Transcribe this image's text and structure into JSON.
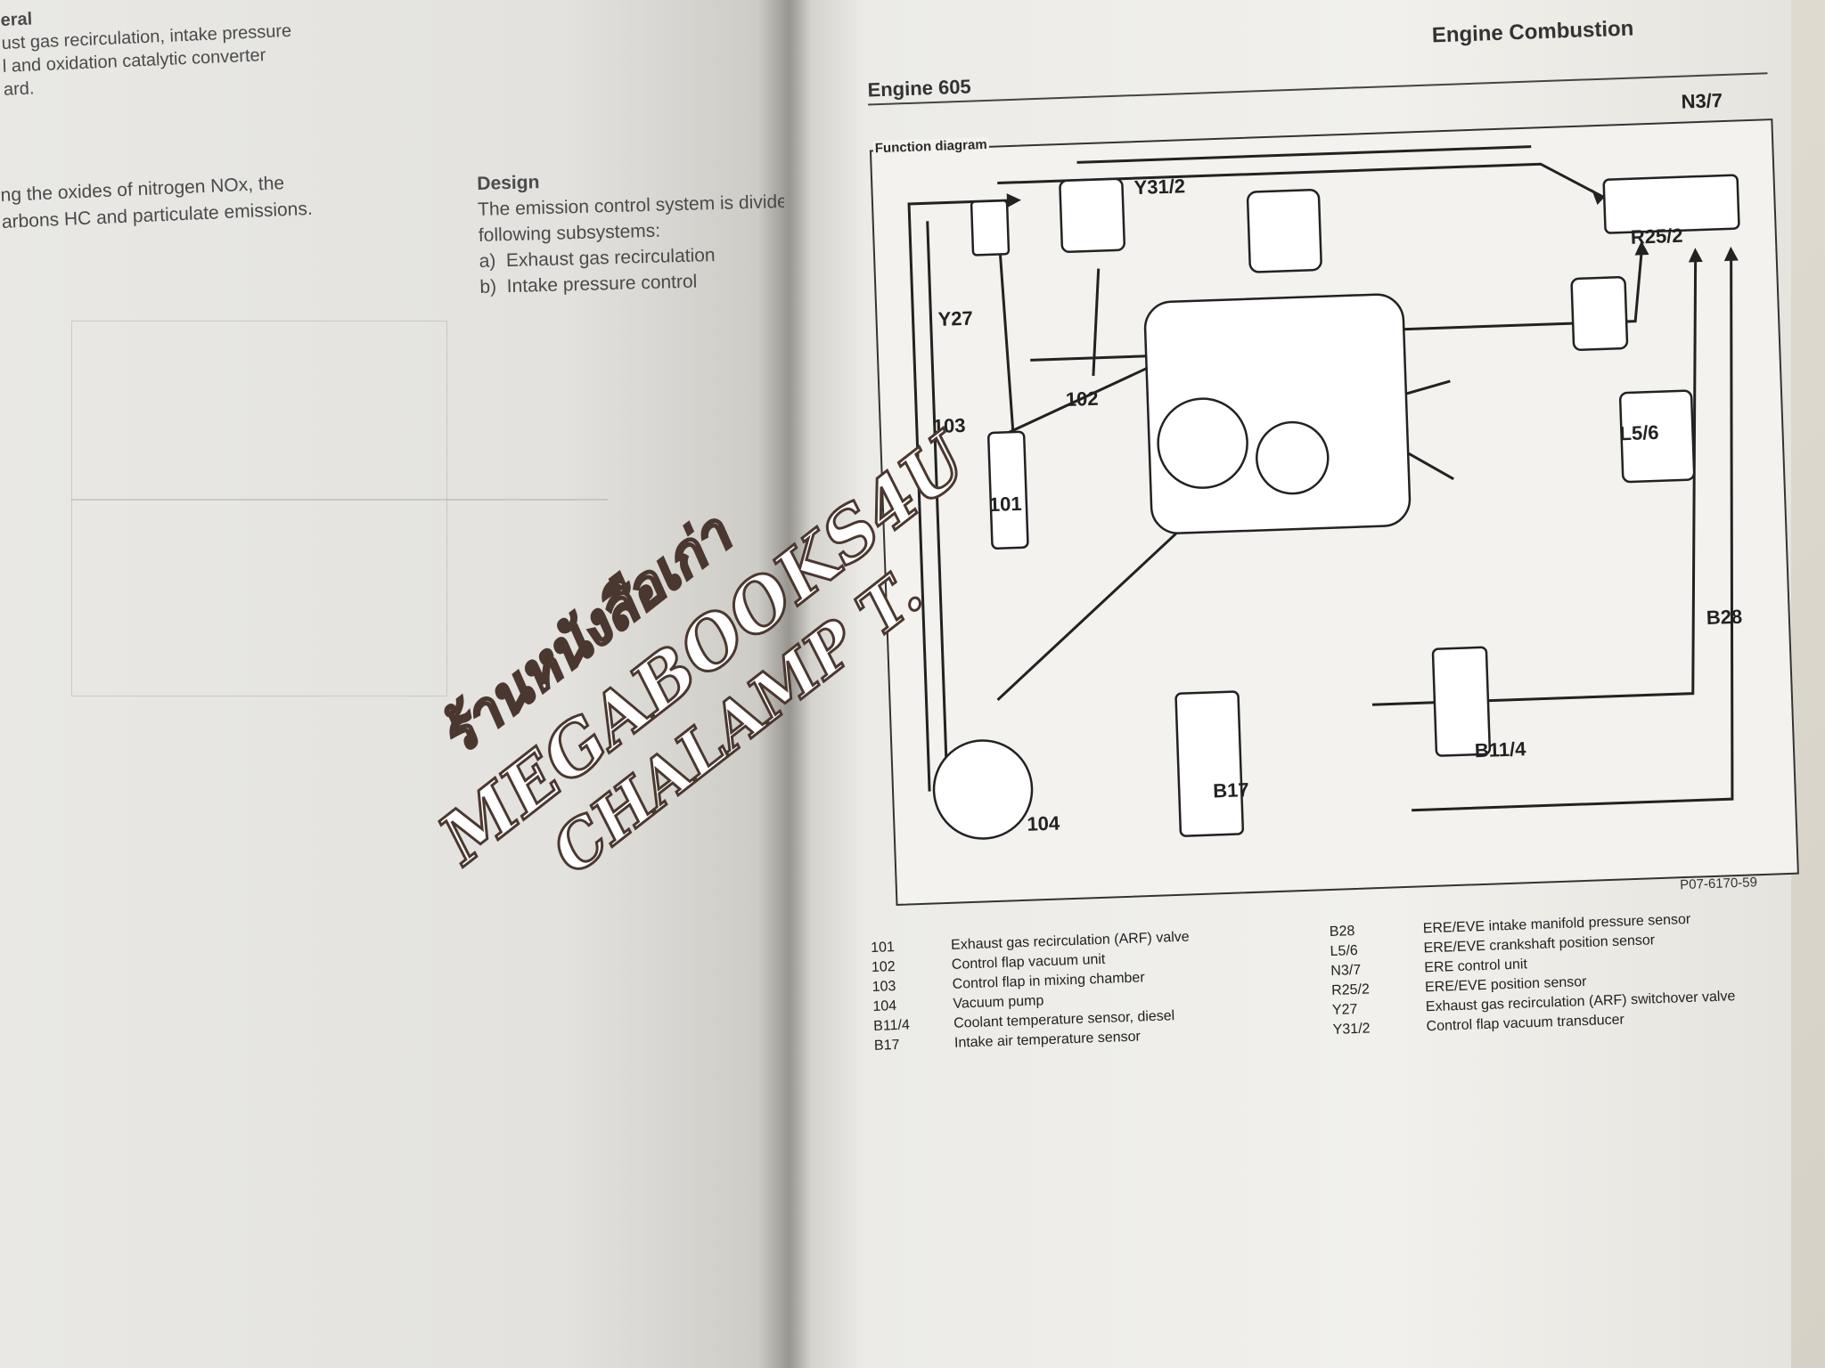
{
  "left_page": {
    "heading_fragment": "eral",
    "intro_lines": [
      "ust gas recirculation, intake pressure",
      "l and oxidation catalytic converter",
      "ard."
    ],
    "body_lines": [
      "ng the oxides of nitrogen NOx, the",
      "arbons HC and particulate emissions."
    ],
    "design_heading": "Design",
    "design_lines": [
      "The emission control system is divided",
      "following subsystems:"
    ],
    "subsystems": [
      {
        "marker": "a)",
        "text": "Exhaust gas recirculation"
      },
      {
        "marker": "b)",
        "text": "Intake pressure control"
      }
    ]
  },
  "right_page": {
    "section_title": "Engine Combustion",
    "engine_title": "Engine 605",
    "figure_title": "Function diagram",
    "figure_code": "P07-6170-59",
    "component_labels": {
      "n37": "N3/7",
      "y312": "Y31/2",
      "r252": "R25/2",
      "y27": "Y27",
      "c102": "102",
      "c103": "103",
      "c101": "101",
      "l56": "L5/6",
      "b28": "B28",
      "b114": "B11/4",
      "b17": "B17",
      "c104": "104"
    },
    "legend_left": [
      {
        "code": "101",
        "desc": "Exhaust gas recirculation (ARF) valve"
      },
      {
        "code": "102",
        "desc": "Control flap vacuum unit"
      },
      {
        "code": "103",
        "desc": "Control flap in mixing chamber"
      },
      {
        "code": "104",
        "desc": "Vacuum pump"
      },
      {
        "code": "B11/4",
        "desc": "Coolant temperature sensor, diesel"
      },
      {
        "code": "B17",
        "desc": "Intake air temperature sensor"
      }
    ],
    "legend_right": [
      {
        "code": "B28",
        "desc": "ERE/EVE intake manifold pressure sensor"
      },
      {
        "code": "L5/6",
        "desc": "ERE/EVE crankshaft position sensor"
      },
      {
        "code": "N3/7",
        "desc": "ERE control unit"
      },
      {
        "code": "R25/2",
        "desc": "ERE/EVE position sensor"
      },
      {
        "code": "Y27",
        "desc": "Exhaust gas recirculation (ARF) switchover valve"
      },
      {
        "code": "Y31/2",
        "desc": "Control flap vacuum transducer"
      }
    ]
  },
  "watermark": {
    "line1": "ร้านหนังสือเก่า",
    "line2": "MEGABOOKS4U",
    "line3": "CHALAMP T."
  },
  "colors": {
    "paper": "#f1f0ec",
    "ink": "#222222",
    "table_bg": "#d8d4ca",
    "watermark_fill": "#ffffff",
    "watermark_outline": "#4a3830"
  }
}
